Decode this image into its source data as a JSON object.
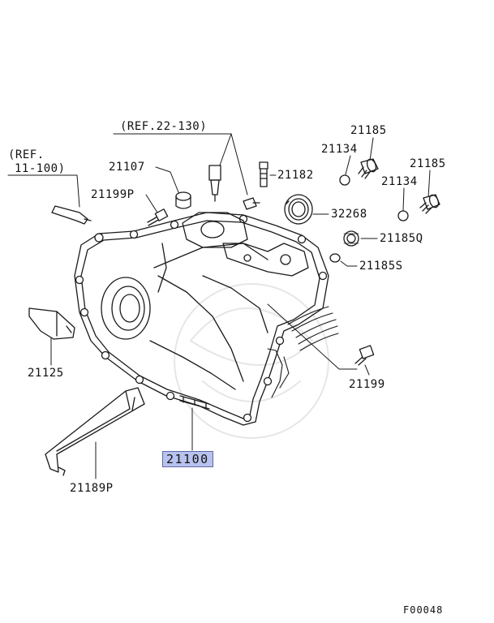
{
  "refs": {
    "ref_22_130": "(REF.22-130)",
    "ref_11_100_line1": "(REF.",
    "ref_11_100_line2": "11-100)"
  },
  "parts": {
    "p21107": "21107",
    "p21199P": "21199P",
    "p21182": "21182",
    "p21134_a": "21134",
    "p21185_a": "21185",
    "p21185_b": "21185",
    "p21134_b": "21134",
    "p32268": "32268",
    "p21185Q": "21185Q",
    "p21185S": "21185S",
    "p21125": "21125",
    "p21199": "21199",
    "p21100": "21100",
    "p21189P": "21189P"
  },
  "highlighted_part": "21100",
  "highlight_color": "#b8c2ee",
  "figure_code": "F00048"
}
